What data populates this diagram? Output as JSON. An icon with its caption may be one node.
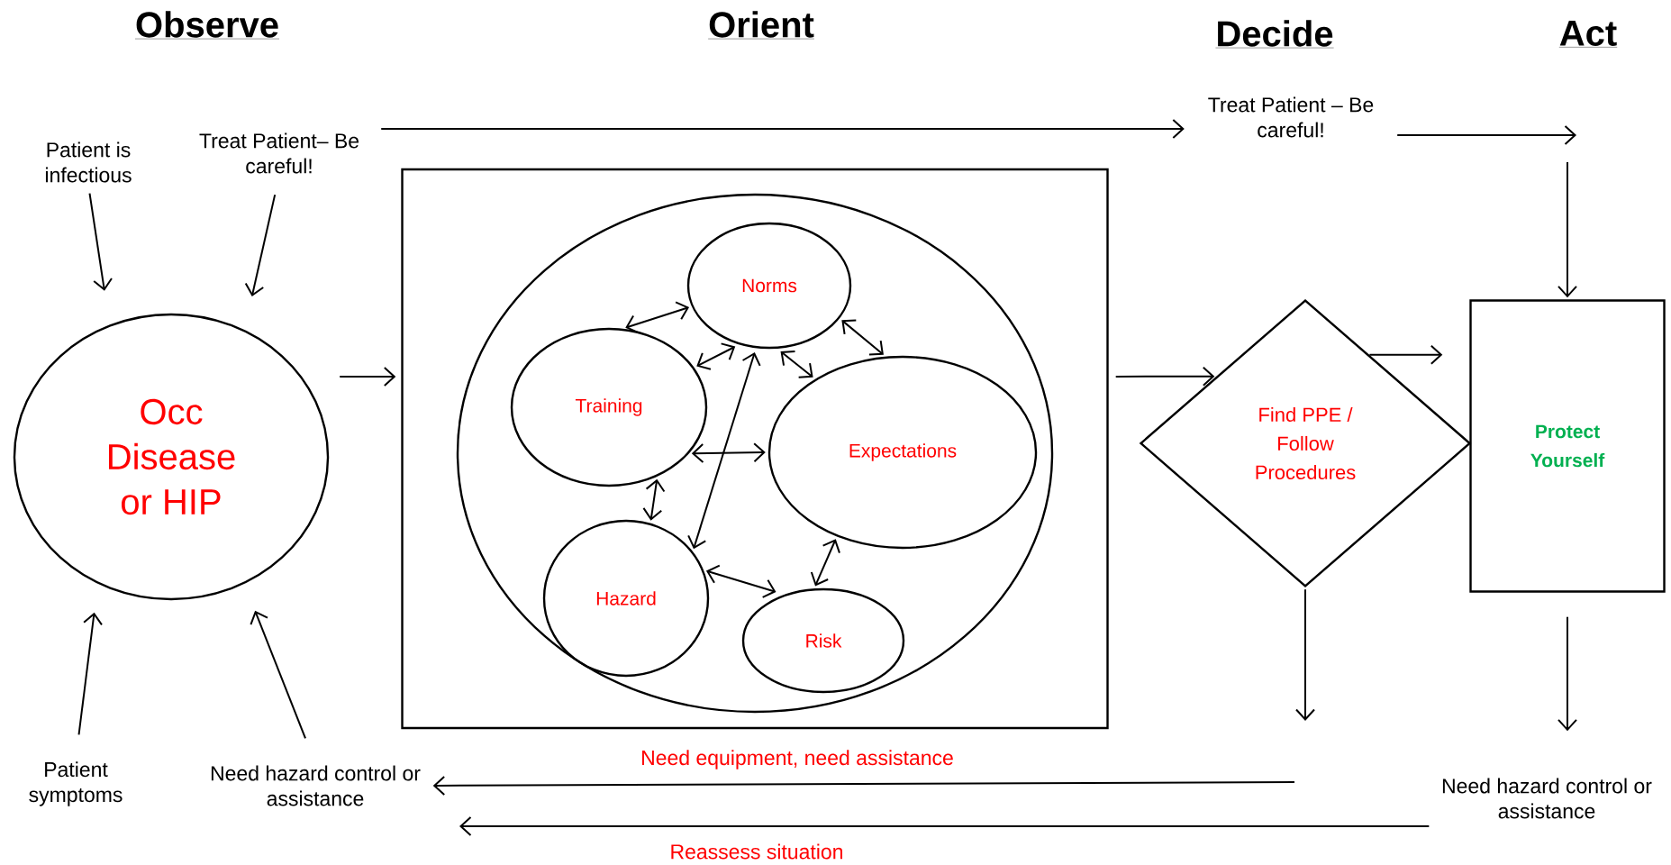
{
  "diagram": {
    "nodes": [
      {
        "text": [
          "Patient is infectious"
        ]
      },
      {
        "text": [
          "Treat Patient– Be careful!"
        ]
      },
      {
        "text": [
          "Treat Patient – Be careful!"
        ]
      },
      {
        "text": [
          "Occ Disease or HIP"
        ]
      },
      {
        "text": [],
        "shape": "box"
      },
      {
        "text": [],
        "shape": "circle",
        "in": 4
      },
      {
        "text": [
          "Norms"
        ],
        "in": 5
      },
      {
        "text": [
          "Training"
        ],
        "in": 5
      },
      {
        "text": [
          "Expectations"
        ],
        "in": 5
      },
      {
        "text": [
          "Hazard"
        ],
        "in": 5
      },
      {
        "text": [
          "Risk"
        ],
        "in": 5
      },
      {
        "text": [
          "Find PPE / Follow Procedures"
        ]
      },
      {
        "text": [
          "Protect Yourself"
        ]
      },
      {
        "text": [
          "Patient symptoms"
        ]
      },
      {
        "text": [
          "Need hazard control or assistance"
        ]
      },
      {
        "text": [
          "Need hazard control or assistance"
        ]
      }
    ],
    "edges": [
      {
        "from": 0,
        "to": 3,
        "arrow": "to"
      },
      {
        "from": 1,
        "to": 3,
        "arrow": "to"
      },
      {
        "from": 13,
        "to": 3,
        "arrow": "to"
      },
      {
        "from": 14,
        "to": 3,
        "arrow": "to"
      },
      {
        "from": 1,
        "to": 2,
        "arrow": "to"
      },
      {
        "from": 3,
        "to": 4,
        "arrow": "to"
      },
      {
        "from": 4,
        "to": 11,
        "arrow": "to"
      },
      {
        "from": 2,
        "to": null,
        "arrow": "to"
      },
      {
        "from": null,
        "to": 12,
        "arrow": "to"
      },
      {
        "from": 11,
        "to": 12,
        "arrow": "to"
      },
      {
        "from": 11,
        "to": null,
        "arrow": "to"
      },
      {
        "from": null,
        "to": 14,
        "arrow": "to",
        "label": "Need equipment, need assistance"
      },
      {
        "from": 12,
        "to": 15,
        "arrow": "to"
      },
      {
        "from": 15,
        "to": null,
        "arrow": "to",
        "label": "Reassess situation"
      },
      {
        "from": 7,
        "to": 6,
        "arrow": "both"
      },
      {
        "from": 7,
        "to": 6,
        "arrow": "both"
      },
      {
        "from": 6,
        "to": 8,
        "arrow": "both"
      },
      {
        "from": 6,
        "to": 8,
        "arrow": "both"
      },
      {
        "from": 6,
        "to": 9,
        "arrow": "both"
      },
      {
        "from": 7,
        "to": 8,
        "arrow": "both"
      },
      {
        "from": 7,
        "to": 9,
        "arrow": "both"
      },
      {
        "from": 9,
        "to": 10,
        "arrow": "both"
      },
      {
        "from": 8,
        "to": 10,
        "arrow": "both"
      }
    ],
    "labels": [
      "Observe",
      "Orient",
      "Decide",
      "Act"
    ]
  }
}
